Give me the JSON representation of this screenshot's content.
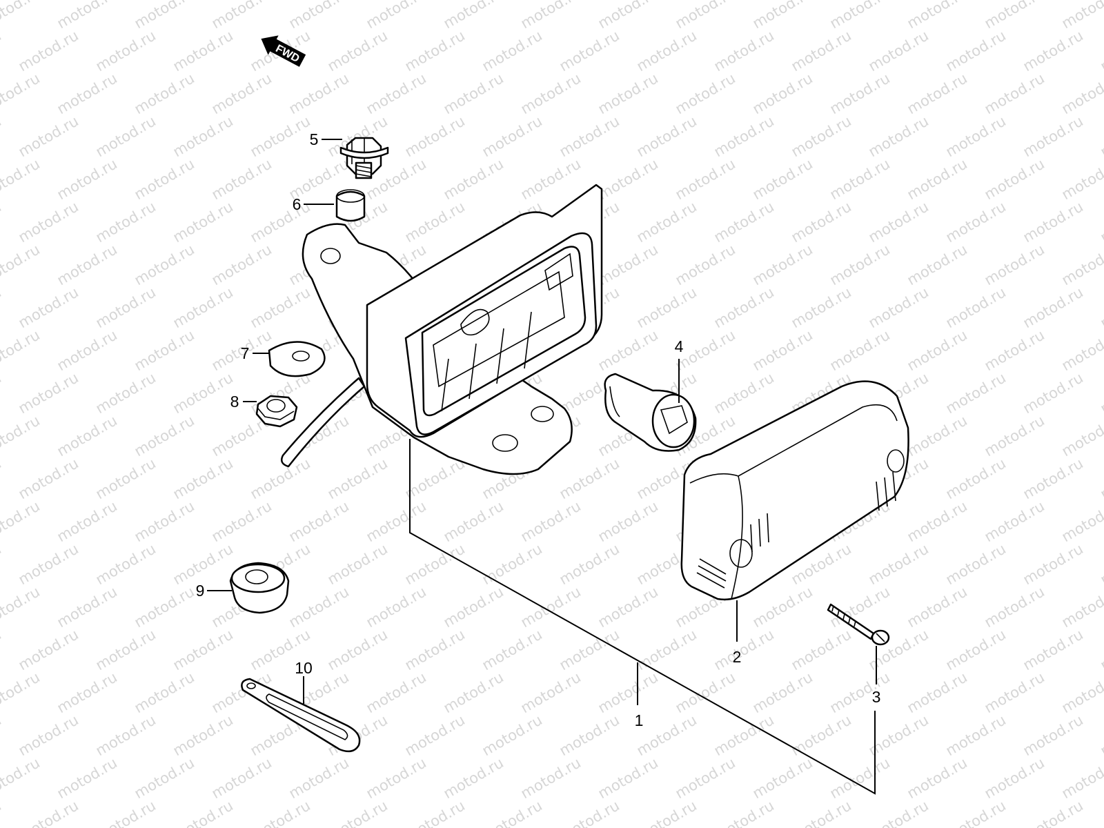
{
  "watermark": {
    "text": "motod.ru"
  },
  "direction_marker": {
    "label": "FWD"
  },
  "callouts": [
    {
      "id": "1",
      "label": "1"
    },
    {
      "id": "2",
      "label": "2"
    },
    {
      "id": "3",
      "label": "3"
    },
    {
      "id": "4",
      "label": "4"
    },
    {
      "id": "5",
      "label": "5"
    },
    {
      "id": "6",
      "label": "6"
    },
    {
      "id": "7",
      "label": "7"
    },
    {
      "id": "8",
      "label": "8"
    },
    {
      "id": "9",
      "label": "9"
    },
    {
      "id": "10",
      "label": "10"
    }
  ]
}
